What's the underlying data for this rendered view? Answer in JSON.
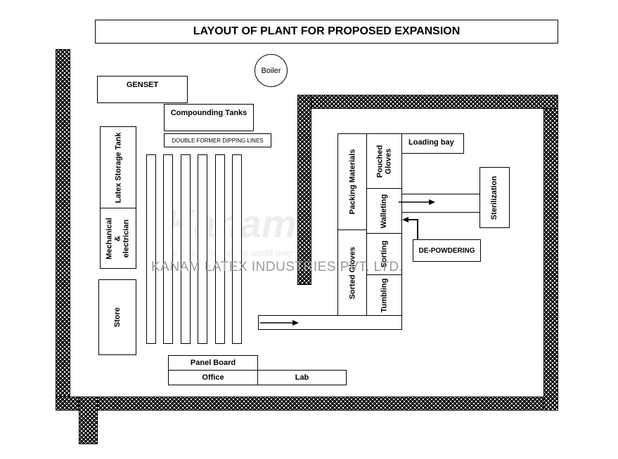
{
  "title": "LAYOUT OF PLANT FOR PROPOSED EXPANSION",
  "rooms": {
    "boiler": "Boiler",
    "genset": "GENSET",
    "compounding": "Compounding Tanks",
    "dipping": "DOUBLE FORMER DIPPING LINES",
    "latex": "Latex Storage Tank",
    "mechanical": "Mechanical & electrician",
    "store": "Store",
    "packing": "Packing Materials",
    "sorted": "Sorted Gloves",
    "pouched": "Pouched Gloves",
    "walleting": "Walleting",
    "sorting": "Sorting",
    "tumbling": "Tumbling",
    "loading": "Loading bay",
    "sterilization": "Sterilization",
    "depowdering": "DE-POWDERING",
    "panel": "Panel Board",
    "office": "Office",
    "lab": "Lab"
  },
  "watermark": {
    "logo": "Kanam",
    "tagline": "The trusted name the world over",
    "company": "KANAM LATEX INDUSTRIES PVT. LTD.",
    "color": "#3cb371"
  }
}
